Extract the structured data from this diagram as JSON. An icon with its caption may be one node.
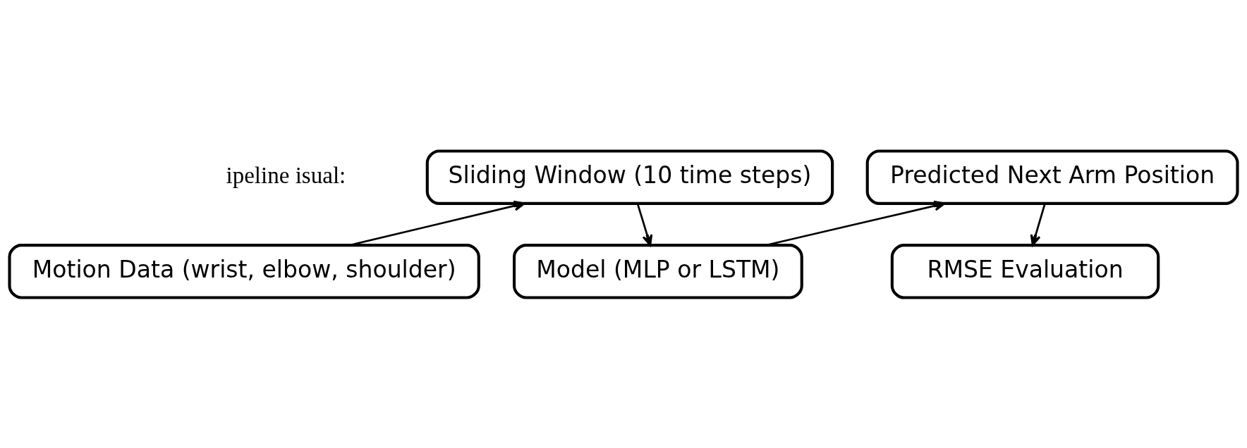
{
  "diagram": {
    "nodes": [
      {
        "text": [
          "Sliding Window (10 time steps)"
        ]
      },
      {
        "text": [
          "Predicted Next Arm Position"
        ]
      },
      {
        "text": [
          "Motion Data (wrist, elbow, shoulder)"
        ]
      },
      {
        "text": [
          "Model (MLP or LSTM)"
        ]
      },
      {
        "text": [
          "RMSE Evaluation"
        ]
      }
    ],
    "edges": [
      {
        "from": 2,
        "to": 0,
        "arrow": "to"
      },
      {
        "from": 0,
        "to": 3,
        "arrow": "to"
      },
      {
        "from": 3,
        "to": 1,
        "arrow": "to"
      },
      {
        "from": 1,
        "to": 4,
        "arrow": "to"
      }
    ],
    "labels": [
      "ipeline isual:"
    ]
  }
}
